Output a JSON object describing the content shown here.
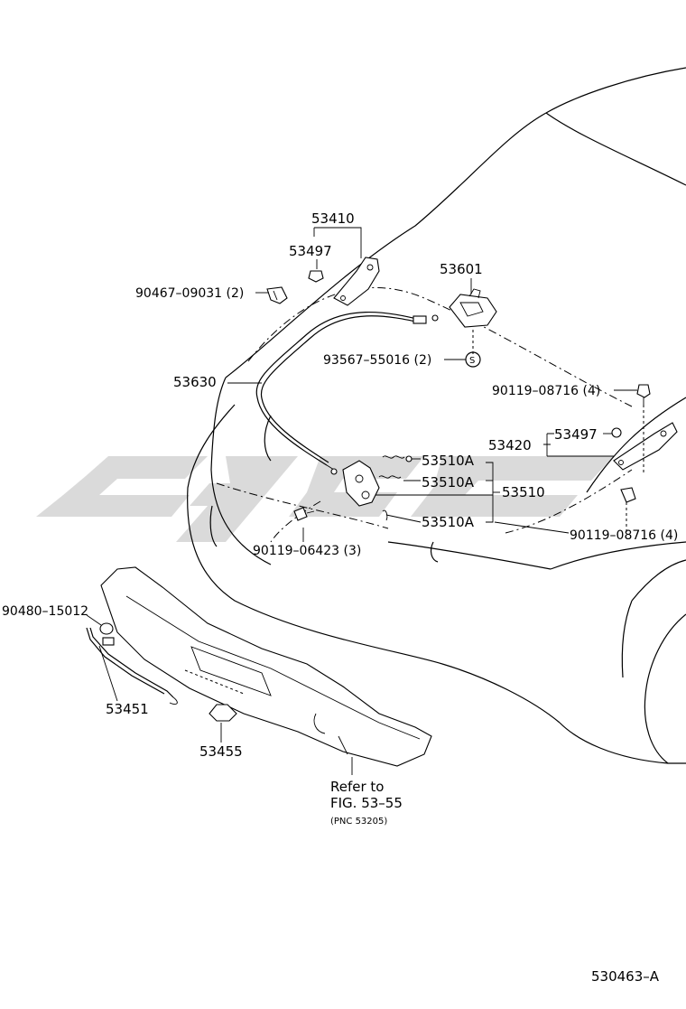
{
  "labels": {
    "p53410": "53410",
    "p53497_top": "53497",
    "p90467": "90467–09031 (2)",
    "p53601": "53601",
    "p53630": "53630",
    "p93567": "93567–55016 (2)",
    "s_mark": "S",
    "p90119_08716_top": "90119–08716 (4)",
    "p53420": "53420",
    "p53497_right": "53497",
    "p53510A_1": "53510A",
    "p53510A_2": "53510A",
    "p53510A_3": "53510A",
    "p53510": "53510",
    "p90119_06423": "90119–06423 (3)",
    "p90119_08716_bottom": "90119–08716 (4)",
    "p90480": "90480–15012",
    "p53451": "53451",
    "p53455": "53455",
    "refer_line1": "Refer to",
    "refer_line2": "FIG. 53–55",
    "refer_pnc": "(PNC 53205)",
    "figure_code": "530463–A"
  }
}
